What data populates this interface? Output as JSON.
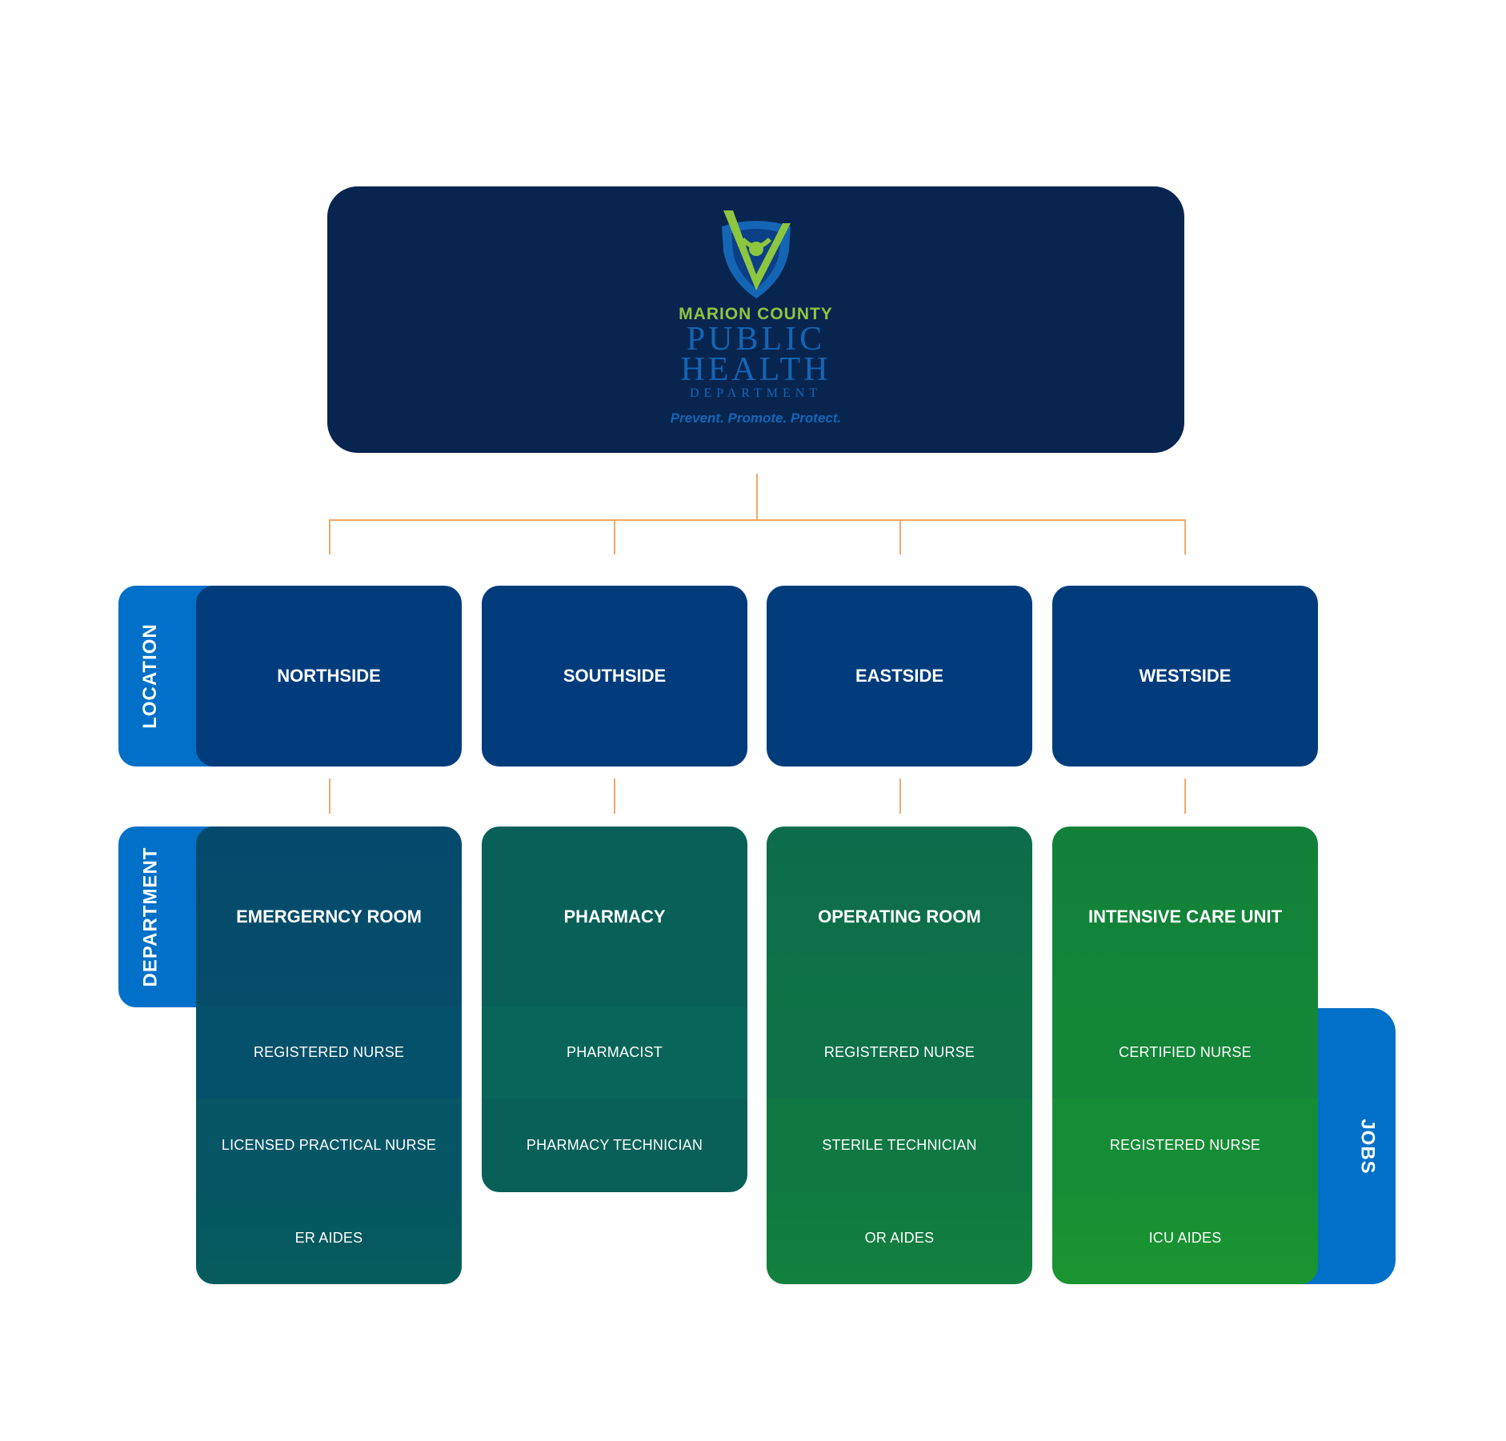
{
  "header": {
    "logo_line1": "MARION COUNTY",
    "logo_line2": "PUBLIC",
    "logo_line3": "HEALTH",
    "logo_line4": "DEPARTMENT",
    "tagline": "Prevent. Promote. Protect."
  },
  "labels": {
    "location": "LOCATION",
    "department": "DEPARTMENT",
    "jobs": "JOBS"
  },
  "locations": [
    "NORTHSIDE",
    "SOUTHSIDE",
    "EASTSIDE",
    "WESTSIDE"
  ],
  "departments": [
    {
      "name": "EMERGERNCY ROOM",
      "jobs": [
        "REGISTERED NURSE",
        "LICENSED PRACTICAL NURSE",
        "ER AIDES"
      ]
    },
    {
      "name": "PHARMACY",
      "jobs": [
        "PHARMACIST",
        "PHARMACY TECHNICIAN"
      ]
    },
    {
      "name": "OPERATING ROOM",
      "jobs": [
        "REGISTERED NURSE",
        "STERILE TECHNICIAN",
        "OR AIDES"
      ]
    },
    {
      "name": "INTENSIVE CARE UNIT",
      "jobs": [
        "CERTIFIED NURSE",
        "REGISTERED NURSE",
        "ICU AIDES"
      ]
    }
  ],
  "colors": {
    "header_bg": "#082550",
    "location_card": "#003c7c",
    "side_tab": "#0070c8",
    "connector": "#f2a86a",
    "logo_green": "#8dc63f",
    "logo_blue": "#1565b5",
    "dept_er": "#044a6c",
    "dept_pharmacy": "#086058",
    "dept_or": "#0d7048",
    "dept_icu": "#12853a"
  }
}
